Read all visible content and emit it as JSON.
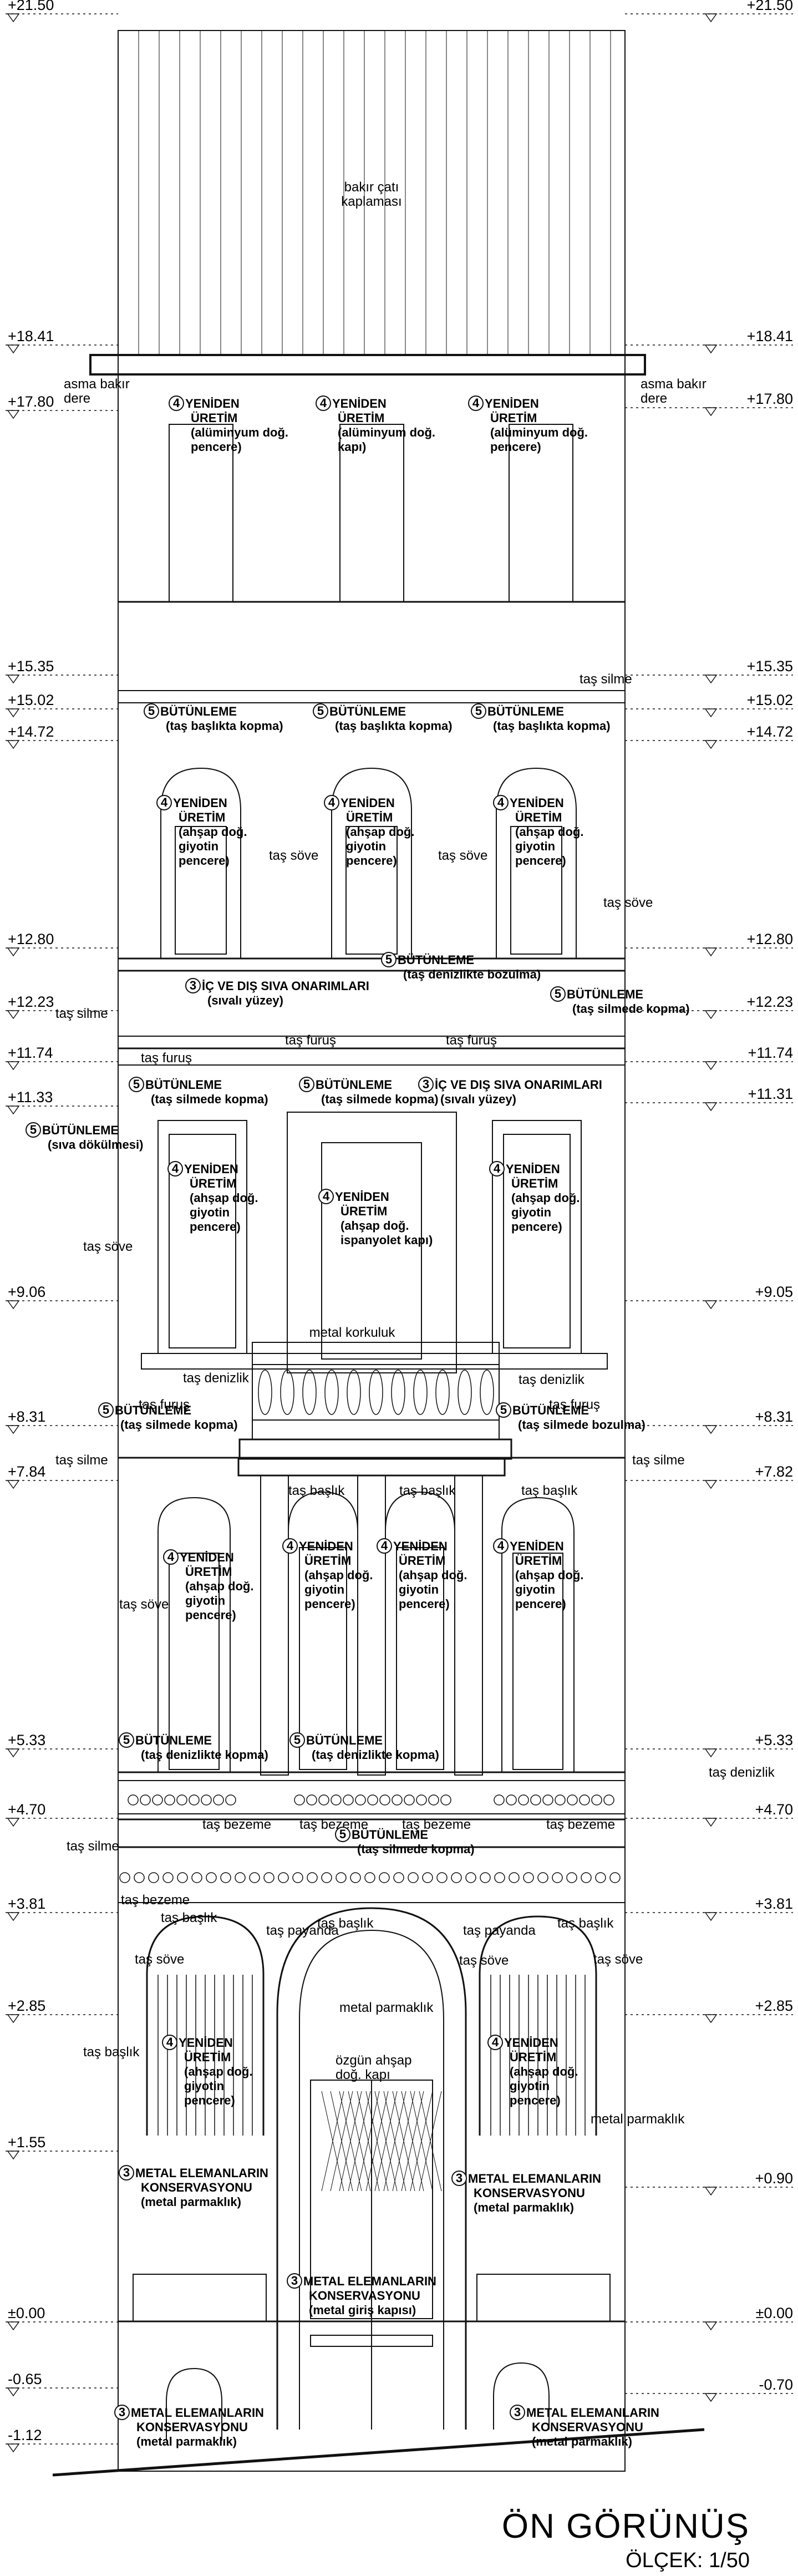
{
  "title": "ÖN GÖRÜNÜŞ",
  "scale": "ÖLÇEK: 1/50",
  "levels_left": [
    "+21.50",
    "+18.41",
    "+17.80",
    "+15.35",
    "+15.02",
    "+14.72",
    "+12.80",
    "+12.23",
    "+11.74",
    "+11.33",
    "+9.06",
    "+8.31",
    "+7.84",
    "+5.33",
    "+4.70",
    "+3.81",
    "+2.85",
    "+1.55",
    "±0.00",
    "-0.65",
    "-1.12"
  ],
  "levels_right": [
    "+21.50",
    "+18.41",
    "+17.80",
    "+15.35",
    "+15.02",
    "+14.72",
    "+12.80",
    "+12.23",
    "+11.74",
    "+11.31",
    "+9.05",
    "+8.31",
    "+7.82",
    "+5.33",
    "+4.70",
    "+3.81",
    "+2.85",
    "+0.90",
    "±0.00",
    "-0.70"
  ],
  "plain_labels": [
    "bakır çatı kaplaması",
    "asma bakır dere",
    "asma bakır dere",
    "taş silme",
    "taş söve",
    "taş söve",
    "taş söve",
    "taş silme",
    "taş furuş",
    "taş furuş",
    "taş furuş",
    "taş söve",
    "metal korkuluk",
    "taş denizlik",
    "taş furuş",
    "taş denizlik",
    "taş furuş",
    "taş silme",
    "taş silme",
    "taş başlık",
    "taş başlık",
    "taş başlık",
    "taş söve",
    "taş denizlik",
    "taş bezeme",
    "taş bezeme",
    "taş bezeme",
    "taş bezeme",
    "taş silme",
    "taş bezeme",
    "taş başlık",
    "taş payanda",
    "taş başlık",
    "taş payanda",
    "taş başlık",
    "taş söve",
    "taş söve",
    "taş söve",
    "metal parmaklık",
    "taş başlık",
    "özgün ahşap doğ. kapı",
    "metal parmaklık"
  ],
  "annotations": [
    {
      "num": "4",
      "lines": [
        "YENİDEN",
        "ÜRETİM",
        "(alüminyum doğ.",
        "pencere)"
      ]
    },
    {
      "num": "4",
      "lines": [
        "YENİDEN",
        "ÜRETİM",
        "(alüminyum doğ.",
        "kapı)"
      ]
    },
    {
      "num": "4",
      "lines": [
        "YENİDEN",
        "ÜRETİM",
        "(alüminyum doğ.",
        "pencere)"
      ]
    },
    {
      "num": "5",
      "lines": [
        "BÜTÜNLEME",
        "(taş başlıkta kopma)"
      ]
    },
    {
      "num": "5",
      "lines": [
        "BÜTÜNLEME",
        "(taş başlıkta kopma)"
      ]
    },
    {
      "num": "5",
      "lines": [
        "BÜTÜNLEME",
        "(taş başlıkta kopma)"
      ]
    },
    {
      "num": "4",
      "lines": [
        "YENİDEN",
        "ÜRETİM",
        "(ahşap doğ.",
        "giyotin",
        "pencere)"
      ]
    },
    {
      "num": "4",
      "lines": [
        "YENİDEN",
        "ÜRETİM",
        "(ahşap doğ.",
        "giyotin",
        "pencere)"
      ]
    },
    {
      "num": "4",
      "lines": [
        "YENİDEN",
        "ÜRETİM",
        "(ahşap doğ.",
        "giyotin",
        "pencere)"
      ]
    },
    {
      "num": "5",
      "lines": [
        "BÜTÜNLEME",
        "(taş denizlikte bozulma)"
      ]
    },
    {
      "num": "3",
      "lines": [
        "İÇ VE DIŞ SIVA ONARIMLARI",
        "(sıvalı yüzey)"
      ]
    },
    {
      "num": "5",
      "lines": [
        "BÜTÜNLEME",
        "(taş silmede kopma)"
      ]
    },
    {
      "num": "5",
      "lines": [
        "BÜTÜNLEME",
        "(taş silmede kopma)"
      ]
    },
    {
      "num": "5",
      "lines": [
        "BÜTÜNLEME",
        "(taş silmede kopma)"
      ]
    },
    {
      "num": "3",
      "lines": [
        "İÇ VE DIŞ SIVA ONARIMLARI",
        "(sıvalı yüzey)"
      ]
    },
    {
      "num": "5",
      "lines": [
        "BÜTÜNLEME",
        "(sıva dökülmesi)"
      ]
    },
    {
      "num": "4",
      "lines": [
        "YENİDEN",
        "ÜRETİM",
        "(ahşap doğ.",
        "giyotin",
        "pencere)"
      ]
    },
    {
      "num": "4",
      "lines": [
        "YENİDEN",
        "ÜRETİM",
        "(ahşap doğ.",
        "ispanyolet kapı)"
      ]
    },
    {
      "num": "4",
      "lines": [
        "YENİDEN",
        "ÜRETİM",
        "(ahşap doğ.",
        "giyotin",
        "pencere)"
      ]
    },
    {
      "num": "5",
      "lines": [
        "BÜTÜNLEME",
        "(taş silmede kopma)"
      ]
    },
    {
      "num": "5",
      "lines": [
        "BÜTÜNLEME",
        "(taş silmede bozulma)"
      ]
    },
    {
      "num": "4",
      "lines": [
        "YENİDEN",
        "ÜRETİM",
        "(ahşap doğ.",
        "giyotin",
        "pencere)"
      ]
    },
    {
      "num": "4",
      "lines": [
        "YENİDEN",
        "ÜRETİM",
        "(ahşap doğ.",
        "giyotin",
        "pencere)"
      ]
    },
    {
      "num": "4",
      "lines": [
        "YENİDEN",
        "ÜRETİM",
        "(ahşap doğ.",
        "giyotin",
        "pencere)"
      ]
    },
    {
      "num": "4",
      "lines": [
        "YENİDEN",
        "ÜRETİM",
        "(ahşap doğ.",
        "giyotin",
        "pencere)"
      ]
    },
    {
      "num": "5",
      "lines": [
        "BÜTÜNLEME",
        "(taş denizlikte kopma)"
      ]
    },
    {
      "num": "5",
      "lines": [
        "BÜTÜNLEME",
        "(taş denizlikte kopma)"
      ]
    },
    {
      "num": "5",
      "lines": [
        "BÜTÜNLEME",
        "(taş silmede kopma)"
      ]
    },
    {
      "num": "4",
      "lines": [
        "YENİDEN",
        "ÜRETİM",
        "(ahşap doğ.",
        "giyotin",
        "pencere)"
      ]
    },
    {
      "num": "4",
      "lines": [
        "YENİDEN",
        "ÜRETİM",
        "(ahşap doğ.",
        "giyotin",
        "pencere)"
      ]
    },
    {
      "num": "3",
      "lines": [
        "METAL ELEMANLARIN",
        "KONSERVASYONU",
        "(metal parmaklık)"
      ]
    },
    {
      "num": "3",
      "lines": [
        "METAL ELEMANLARIN",
        "KONSERVASYONU",
        "(metal parmaklık)"
      ]
    },
    {
      "num": "3",
      "lines": [
        "METAL ELEMANLARIN",
        "KONSERVASYONU",
        "(metal giriş kapısı)"
      ]
    },
    {
      "num": "3",
      "lines": [
        "METAL ELEMANLARIN",
        "KONSERVASYONU",
        "(metal parmaklık)"
      ]
    },
    {
      "num": "3",
      "lines": [
        "METAL ELEMANLARIN",
        "KONSERVASYONU",
        "(metal parmaklık)"
      ]
    }
  ]
}
